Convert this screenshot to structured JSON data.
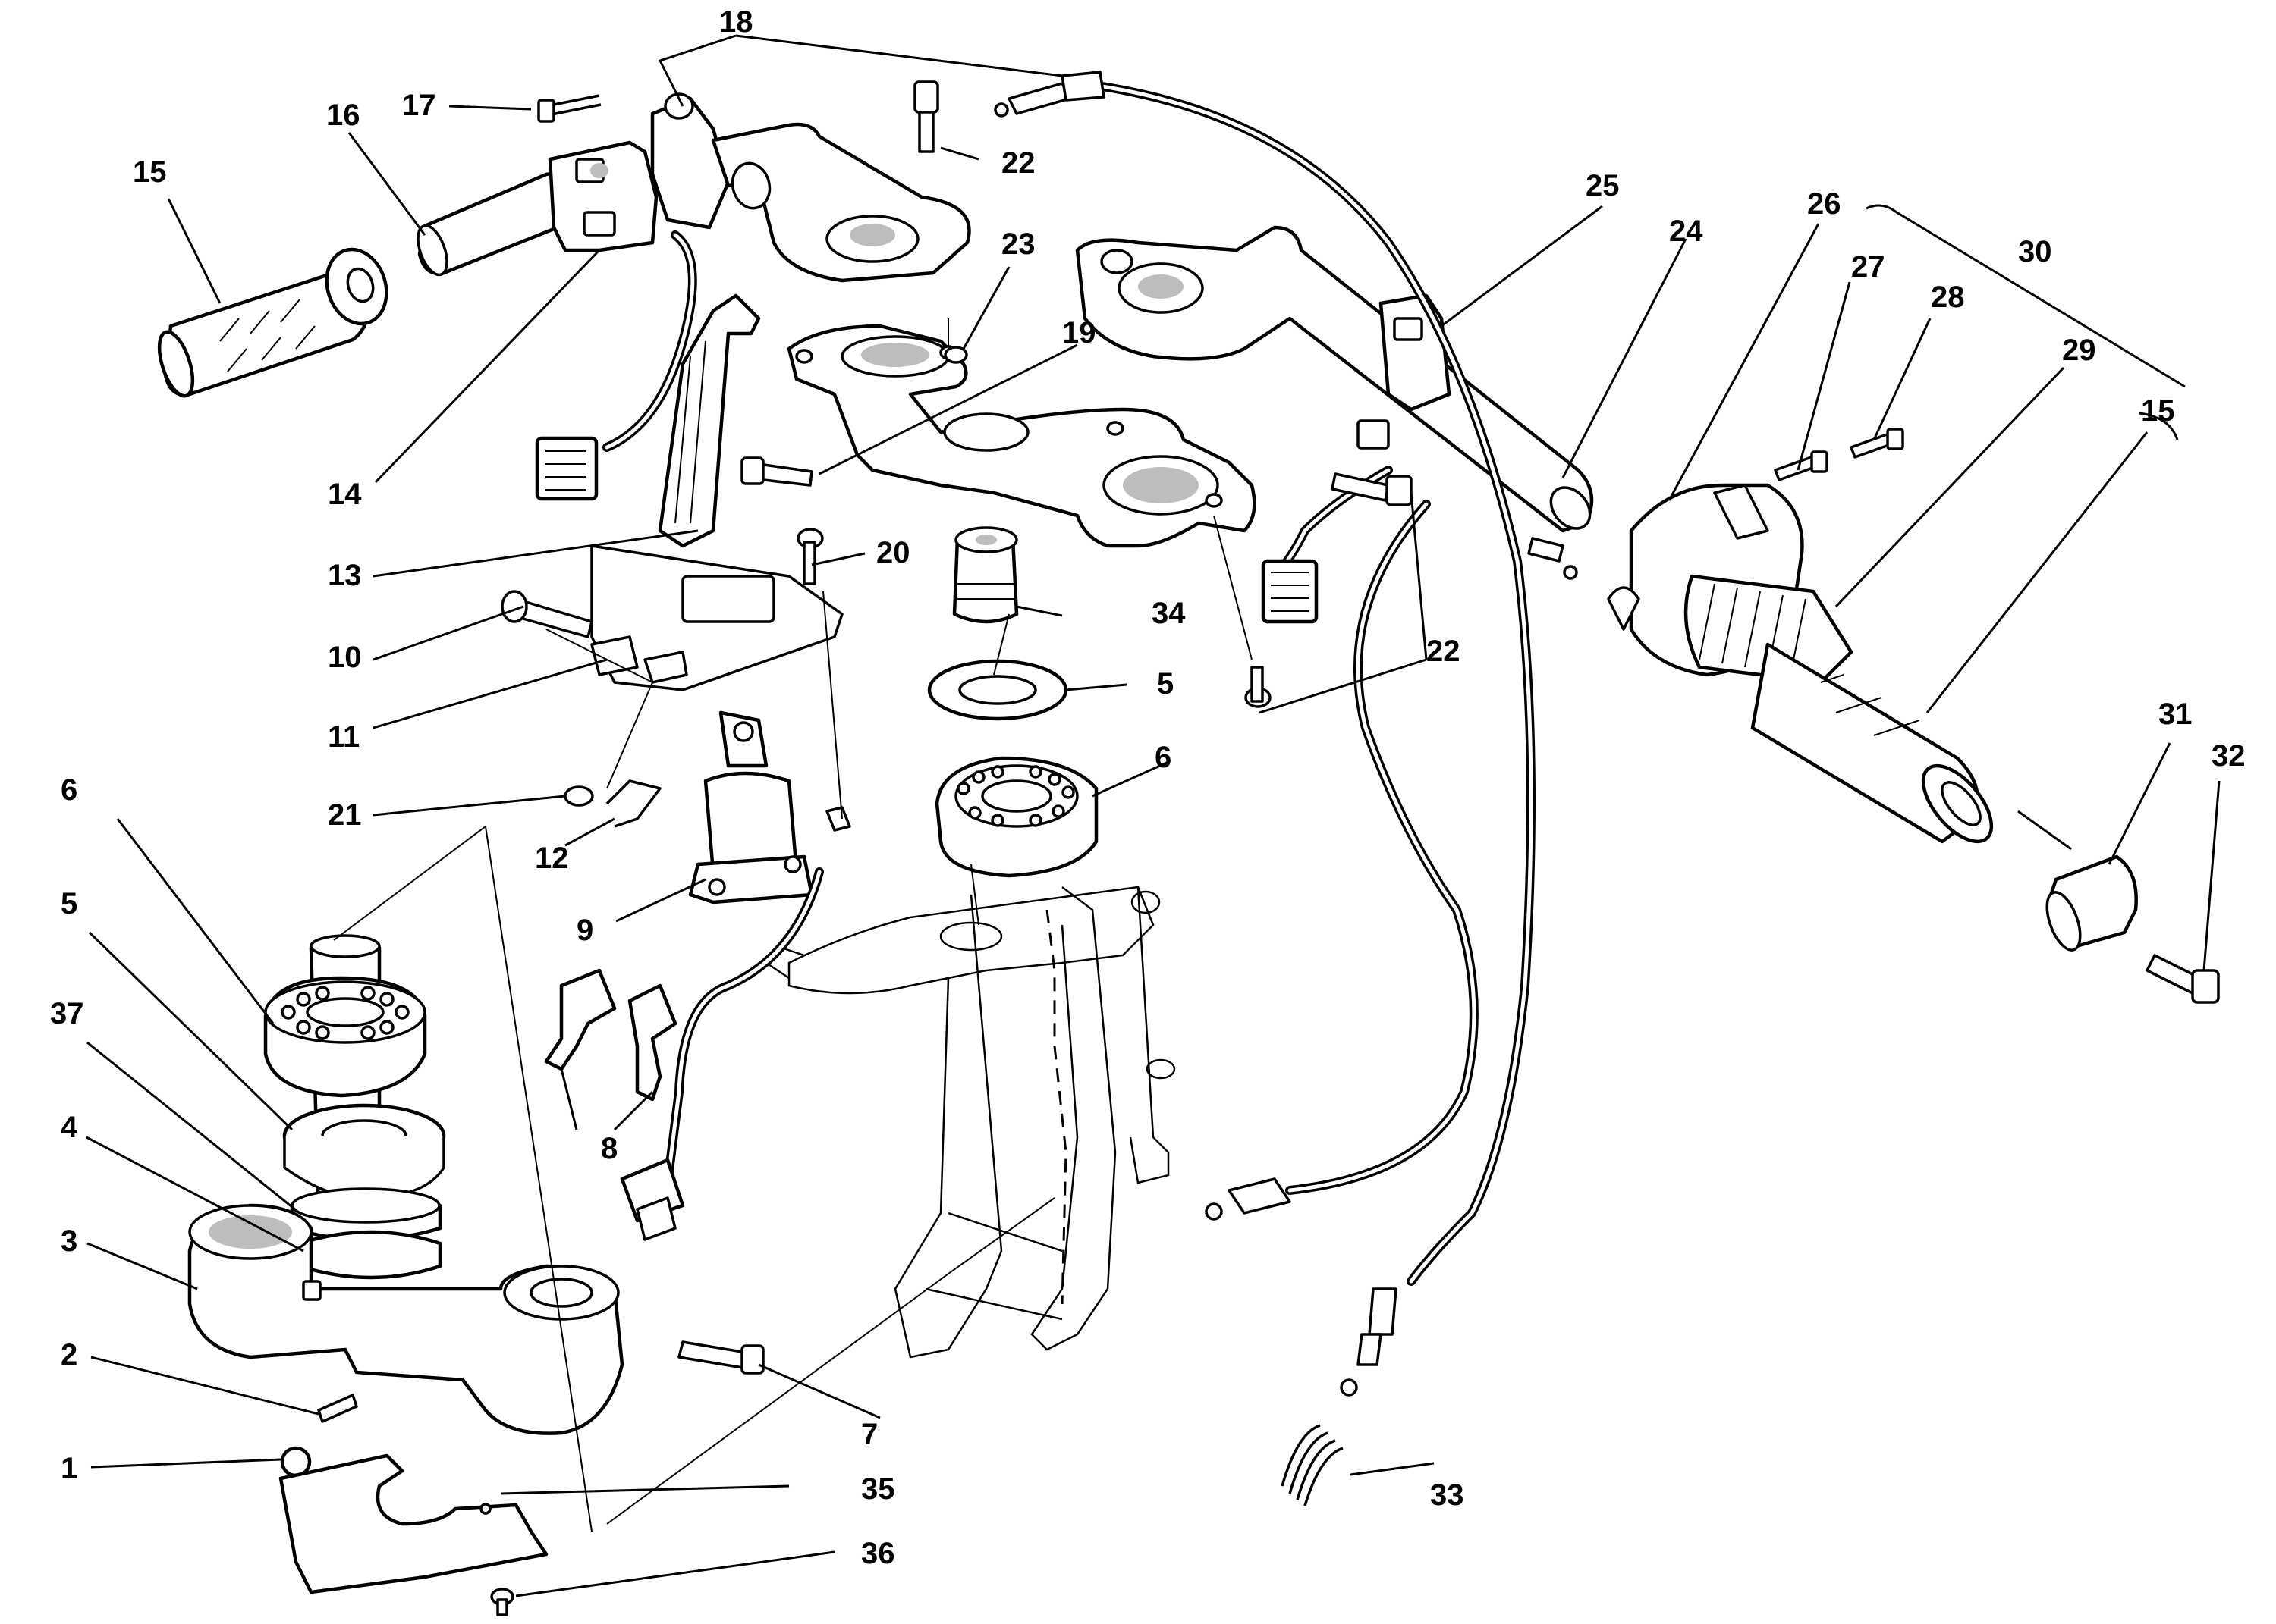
{
  "labels": {
    "l1": "1",
    "l2": "2",
    "l3": "3",
    "l4": "4",
    "l5a": "5",
    "l5b": "5",
    "l6a": "6",
    "l6b": "6",
    "l7": "7",
    "l8": "8",
    "l9": "9",
    "l10": "10",
    "l11": "11",
    "l12": "12",
    "l13": "13",
    "l14": "14",
    "l15a": "15",
    "l15b": "15",
    "l16": "16",
    "l17": "17",
    "l18": "18",
    "l19": "19",
    "l20": "20",
    "l21": "21",
    "l22a": "22",
    "l22b": "22",
    "l23": "23",
    "l24": "24",
    "l25": "25",
    "l26": "26",
    "l27": "27",
    "l28": "28",
    "l29": "29",
    "l30": "30",
    "l31": "31",
    "l32": "32",
    "l33": "33",
    "l34": "34",
    "l35": "35",
    "l36": "36",
    "l37": "37"
  }
}
